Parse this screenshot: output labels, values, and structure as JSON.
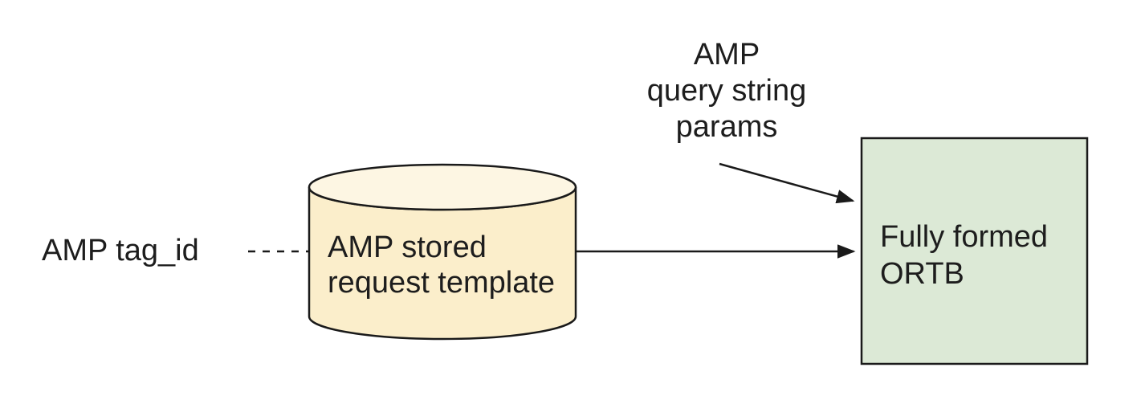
{
  "diagram": {
    "input_label": "AMP tag_id",
    "annotation": {
      "lines": [
        "AMP",
        "query string",
        "params"
      ]
    },
    "cylinder": {
      "lines": [
        "AMP stored",
        "request template"
      ]
    },
    "box": {
      "lines": [
        "Fully formed",
        "ORTB"
      ]
    },
    "colors": {
      "cylinder_body": "#fbeecb",
      "cylinder_top": "#fdf6e3",
      "box_fill": "#dce9d6",
      "stroke": "#1a1a1a",
      "text": "#1d1d1d",
      "background": "#ffffff"
    }
  }
}
